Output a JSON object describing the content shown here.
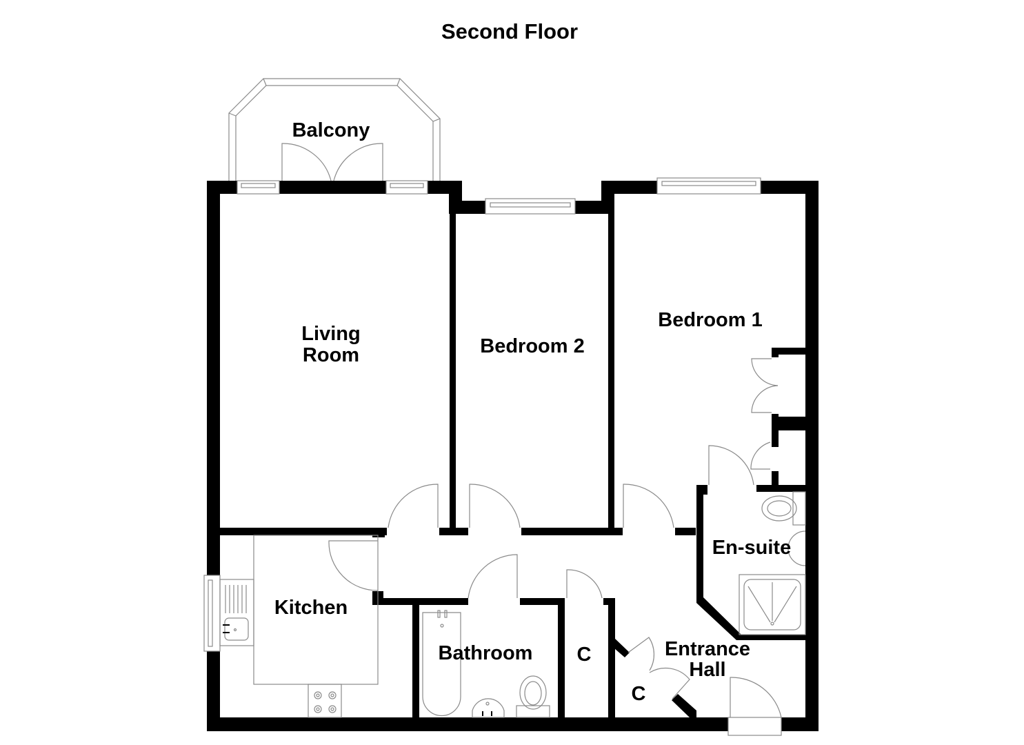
{
  "title": "Second Floor",
  "rooms": {
    "balcony": "Balcony",
    "living_room_line1": "Living",
    "living_room_line2": "Room",
    "bedroom2": "Bedroom 2",
    "bedroom1": "Bedroom 1",
    "kitchen": "Kitchen",
    "bathroom": "Bathroom",
    "cupboard1": "C",
    "cupboard2": "C",
    "ensuite": "En-suite",
    "entrance_hall_line1": "Entrance",
    "entrance_hall_line2": "Hall"
  },
  "colors": {
    "wall": "#000000",
    "fixture_line": "#8a8a8a",
    "background": "#ffffff"
  }
}
